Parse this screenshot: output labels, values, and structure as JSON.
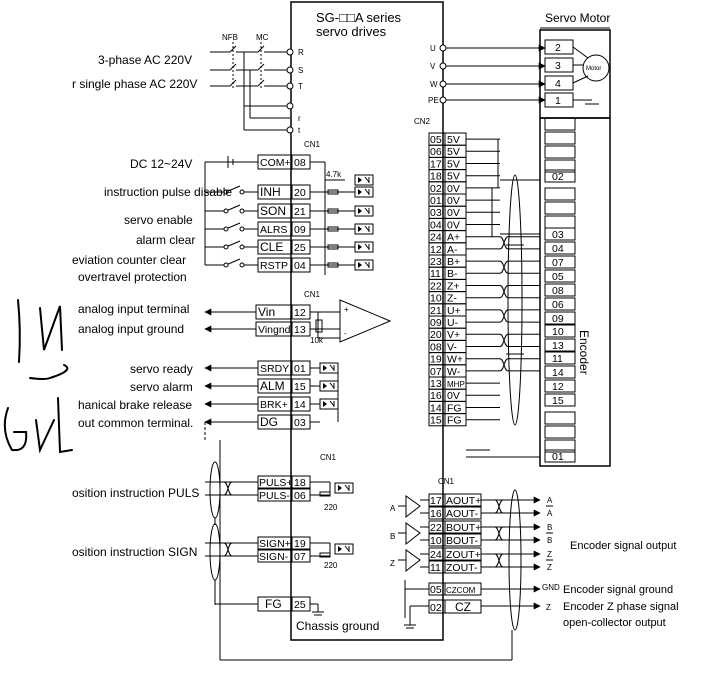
{
  "drive": {
    "title_line1": "SG-□□A series",
    "title_line2": "servo drives",
    "cn1": "CN1",
    "cn2": "CN2"
  },
  "power": {
    "nfb": "NFB",
    "mc": "MC",
    "three_phase": "3-phase AC 220V",
    "single_phase": "r single phase AC 220V",
    "terminals": [
      "R",
      "S",
      "T",
      "r",
      "t"
    ]
  },
  "motor": {
    "title": "Servo Motor",
    "label": "Motor",
    "terminals": [
      "U",
      "V",
      "W",
      "PE"
    ],
    "pins": [
      "2",
      "3",
      "4",
      "1"
    ]
  },
  "io": {
    "dc_supply": "DC 12~24V",
    "resistor": "4.7k",
    "inputs": [
      {
        "label": "",
        "signal": "COM+",
        "pin": "08"
      },
      {
        "label": "instruction pulse disable",
        "signal": "INH",
        "pin": "20"
      },
      {
        "label": "servo enable",
        "signal": "SON",
        "pin": "21"
      },
      {
        "label": "alarm clear",
        "signal": "ALRS",
        "pin": "09"
      },
      {
        "label": "eviation counter clear",
        "signal": "CLE",
        "pin": "25"
      },
      {
        "label": "overtravel protection",
        "signal": "RSTP",
        "pin": "04"
      }
    ],
    "analog": [
      {
        "label": "analog input terminal",
        "signal": "Vin",
        "pin": "12"
      },
      {
        "label": "analog input ground",
        "signal": "Vingnd",
        "pin": "13"
      }
    ],
    "analog_resistor": "10k",
    "outputs": [
      {
        "label": "servo ready",
        "signal": "SRDY",
        "pin": "01"
      },
      {
        "label": "servo alarm",
        "signal": "ALM",
        "pin": "15"
      },
      {
        "label": "hanical brake release",
        "signal": "BRK+",
        "pin": "14"
      },
      {
        "label": "out common terminal.",
        "signal": "DG",
        "pin": "03"
      }
    ],
    "puls_label": "osition instruction PULS",
    "puls": [
      {
        "signal": "PULS+",
        "pin": "18"
      },
      {
        "signal": "PULS-",
        "pin": "06"
      }
    ],
    "sign_label": "osition instruction SIGN",
    "sign": [
      {
        "signal": "SIGN+",
        "pin": "19"
      },
      {
        "signal": "SIGN-",
        "pin": "07"
      }
    ],
    "pulse_resistor": "220",
    "fg": {
      "signal": "FG",
      "pin": "25"
    },
    "chassis_ground": "Chassis ground"
  },
  "cn2_pins": [
    {
      "pin": "05",
      "signal": "5V"
    },
    {
      "pin": "06",
      "signal": "5V"
    },
    {
      "pin": "17",
      "signal": "5V"
    },
    {
      "pin": "18",
      "signal": "5V"
    },
    {
      "pin": "02",
      "signal": "0V"
    },
    {
      "pin": "01",
      "signal": "0V"
    },
    {
      "pin": "03",
      "signal": "0V"
    },
    {
      "pin": "04",
      "signal": "0V"
    },
    {
      "pin": "24",
      "signal": "A+"
    },
    {
      "pin": "12",
      "signal": "A-"
    },
    {
      "pin": "23",
      "signal": "B+"
    },
    {
      "pin": "11",
      "signal": "B-"
    },
    {
      "pin": "22",
      "signal": "Z+"
    },
    {
      "pin": "10",
      "signal": "Z-"
    },
    {
      "pin": "21",
      "signal": "U+"
    },
    {
      "pin": "09",
      "signal": "U-"
    },
    {
      "pin": "20",
      "signal": "V+"
    },
    {
      "pin": "08",
      "signal": "V-"
    },
    {
      "pin": "19",
      "signal": "W+"
    },
    {
      "pin": "07",
      "signal": "W-"
    },
    {
      "pin": "13",
      "signal": "MHP"
    },
    {
      "pin": "16",
      "signal": "0V"
    },
    {
      "pin": "14",
      "signal": "FG"
    },
    {
      "pin": "15",
      "signal": "FG"
    }
  ],
  "encoder": {
    "label": "Encoder",
    "pins": [
      "02",
      "03",
      "04",
      "07",
      "05",
      "08",
      "06",
      "09",
      "10",
      "13",
      "11",
      "14",
      "12",
      "15",
      "01"
    ]
  },
  "enc_out": {
    "cn1": "CN1",
    "rows": [
      {
        "pin": "17",
        "signal": "AOUT+"
      },
      {
        "pin": "16",
        "signal": "AOUT-"
      },
      {
        "pin": "22",
        "signal": "BOUT+"
      },
      {
        "pin": "10",
        "signal": "BOUT-"
      },
      {
        "pin": "24",
        "signal": "ZOUT+"
      },
      {
        "pin": "11",
        "signal": "ZOUT-"
      }
    ],
    "drivers": [
      "A",
      "B",
      "Z"
    ],
    "right_labels": [
      "A",
      "A",
      "B",
      "B",
      "Z",
      "Z"
    ],
    "signal_output": "Encoder signal output",
    "czcom": {
      "pin": "05",
      "signal": "CZCOM"
    },
    "cz": {
      "pin": "02",
      "signal": "CZ"
    },
    "gnd": "GND",
    "z": "Z",
    "signal_ground": "Encoder signal ground",
    "zphase_line1": "Encoder Z phase signal",
    "zphase_line2": "open-collector output"
  }
}
